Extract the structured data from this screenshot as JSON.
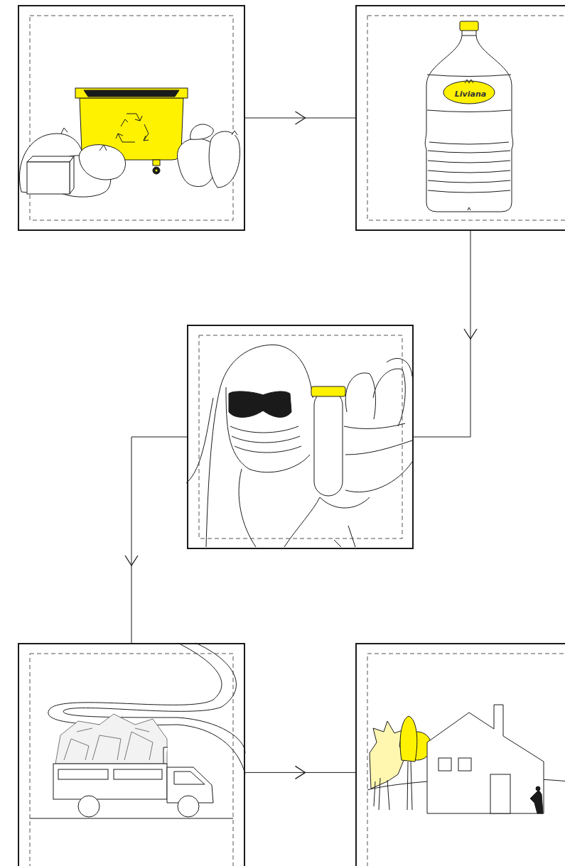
{
  "diagram": {
    "nodes": [
      {
        "text": []
      },
      {
        "text": [
          "Liviana"
        ]
      },
      {
        "text": []
      },
      {
        "text": []
      },
      {
        "text": []
      }
    ],
    "edges": [
      {
        "from": 0,
        "to": 1,
        "arrow": "to"
      },
      {
        "from": 1,
        "to": 2,
        "arrow": "to"
      },
      {
        "from": 2,
        "to": 3,
        "arrow": "to"
      },
      {
        "from": 3,
        "to": 4,
        "arrow": "to"
      }
    ]
  }
}
